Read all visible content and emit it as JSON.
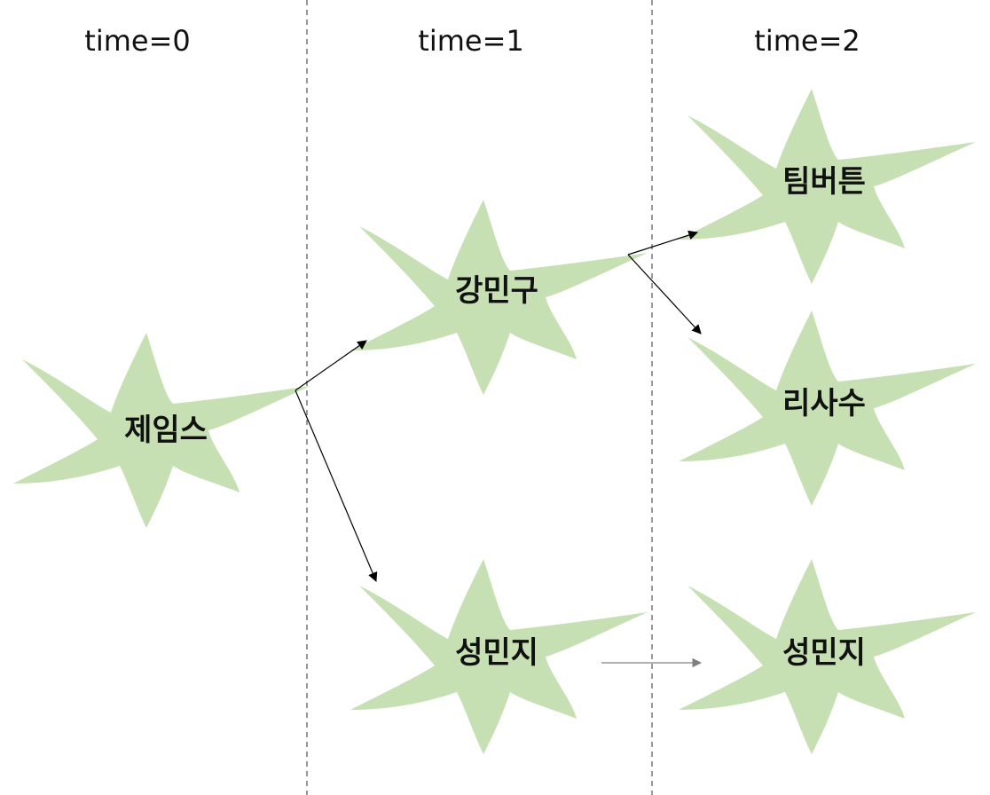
{
  "colors": {
    "cell_fill": "#c6e0b4",
    "arrow_dark": "#000000",
    "arrow_gray": "#808080",
    "divider": "#7f7f7f"
  },
  "timeline": {
    "t0": "time=0",
    "t1": "time=1",
    "t2": "time=2"
  },
  "nodes": {
    "james": "제임스",
    "kang": "강민구",
    "seong1": "성민지",
    "tim": "팀버튼",
    "lee": "리사수",
    "seong2": "성민지"
  },
  "edges": [
    {
      "from": "james",
      "to": "kang"
    },
    {
      "from": "james",
      "to": "seong1"
    },
    {
      "from": "kang",
      "to": "tim"
    },
    {
      "from": "kang",
      "to": "lee"
    },
    {
      "from": "seong1",
      "to": "seong2"
    }
  ]
}
